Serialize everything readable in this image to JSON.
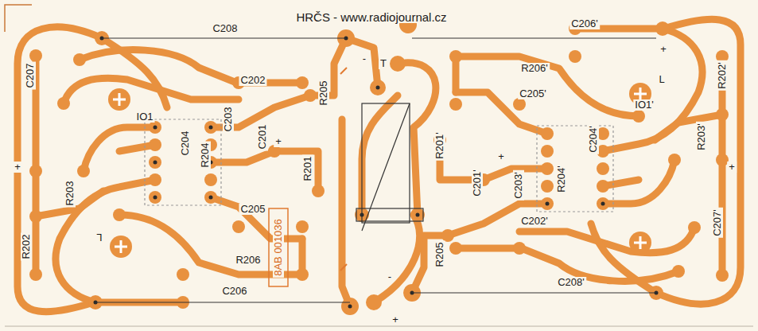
{
  "diagram": {
    "labels": [
      "HRČS - www.radiojournal.cz",
      "C208",
      "C207",
      "C202",
      "R205",
      "IO1",
      "C204",
      "C203",
      "C201",
      "R204",
      "R201",
      "R203",
      "R202",
      "C205",
      "R206",
      "C206",
      "8AB 001036",
      "C206'",
      "R206'",
      "C205'",
      "IO1'",
      "R202'",
      "R201'",
      "R203'",
      "C204'",
      "C201'",
      "C203'",
      "R204'",
      "C207'",
      "C202'",
      "R205",
      "C208'",
      "+",
      "+",
      "+",
      "+",
      "+",
      "+",
      "-",
      "T",
      "-",
      "L",
      "L"
    ]
  }
}
